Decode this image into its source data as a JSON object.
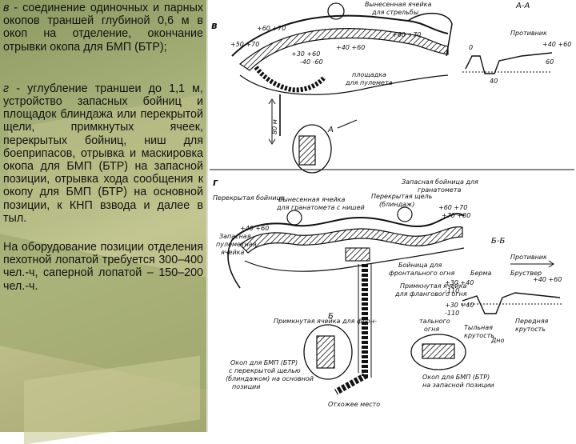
{
  "text": {
    "para1_prefix": "в",
    "para1_body": " - соединение одиночных и парных окопов траншей глубиной 0,6 м в окоп на отделение, окончание отрывки окопа для БМП (БТР);",
    "para2_prefix": "г",
    "para2_body": " - углубление траншеи до 1,1 м, устройство запасных бойниц и площадок блиндажа или перекрытой щели, примкнутых ячеек, перекрытых бойниц, ниш для боеприпасов, отрывка и маскировка окопа для БМП (БТР) на запасной позиции, отрывка хода сообщения к окопу для БМП (БТР) на основной позиции, к КНП взвода и далее в тыл.",
    "para3": "На оборудование позиции отделения пехотной лопатой требуется 300–400 чел.-ч, саперной лопатой – 150–200 чел.-ч."
  },
  "diagram": {
    "section_v": "в",
    "section_g": "г",
    "v": {
      "aa": "А-А",
      "cell": "Вынесенная ячейка",
      "cell2": "для стрельбы",
      "enemy": "Противник",
      "mg1": "площадка",
      "mg2": "для пулемета",
      "dist": "80 м",
      "a_mark": "А",
      "e_p60_70": "+60 +70",
      "e_p50_70": "+50 +70",
      "e_p30_60": "+30 +60",
      "e_p40_60": "+40 +60",
      "e_m40_60": "-40 -60",
      "e_p60_70b": "+60 +70",
      "e_p40_60r": "+40 +60",
      "e_60": "60",
      "e_40": "40",
      "e_0": "0"
    },
    "g": {
      "loop_block": "Перекрытая бойница",
      "cell_niche1": "Вынесенная ячейка",
      "cell_niche2": "для гранатомета с нишей",
      "slit1": "Перекрытая щель",
      "slit2": "(блиндаж)",
      "spare1": "Запасная бойница для",
      "spare2": "гранатомета",
      "bb": "Б-Б",
      "spare_mg1": "Запасная",
      "spare_mg2": "пулеметная",
      "spare_mg3": "ячейка",
      "front_mg1": "Бойница для",
      "front_mg2": "фронтального огня",
      "flank1": "Примкнутая ячейка",
      "flank2": "для флангового огня",
      "direct1": "Примкнутая ячейка для фрон-",
      "direct2": "тального",
      "direct3": "огня",
      "bmp_main1": "Окоп для БМП (БТР)",
      "bmp_main2": "с перекрытой щелью",
      "bmp_main3": "(блиндажом) на основной",
      "bmp_main4": "позиции",
      "recess": "Отхожее место",
      "bmp_spare1": "Окоп для БМП (БТР)",
      "bmp_spare2": "на запасной позиции",
      "enemy": "Противник",
      "berm": "Берма",
      "breast": "Бруствер",
      "rear1": "Тыльная",
      "rear2": "крутость",
      "front1": "Передняя",
      "front2": "крутость",
      "bottom": "Дно",
      "b_mark": "Б",
      "e_p60_70": "+60 +70",
      "e_p70_80": "+70 +80",
      "e_p40_60": "+40 +60",
      "e_p30_40": "+30 +40",
      "e_m110": "-110",
      "e_p40_60b": "+40 +60",
      "e_p30_40b": "+30 +40",
      "e_m110b": "-110"
    }
  },
  "colors": {
    "panel_bg": "#ffffff",
    "ink": "#111111",
    "background_field": "#a7b17a"
  }
}
